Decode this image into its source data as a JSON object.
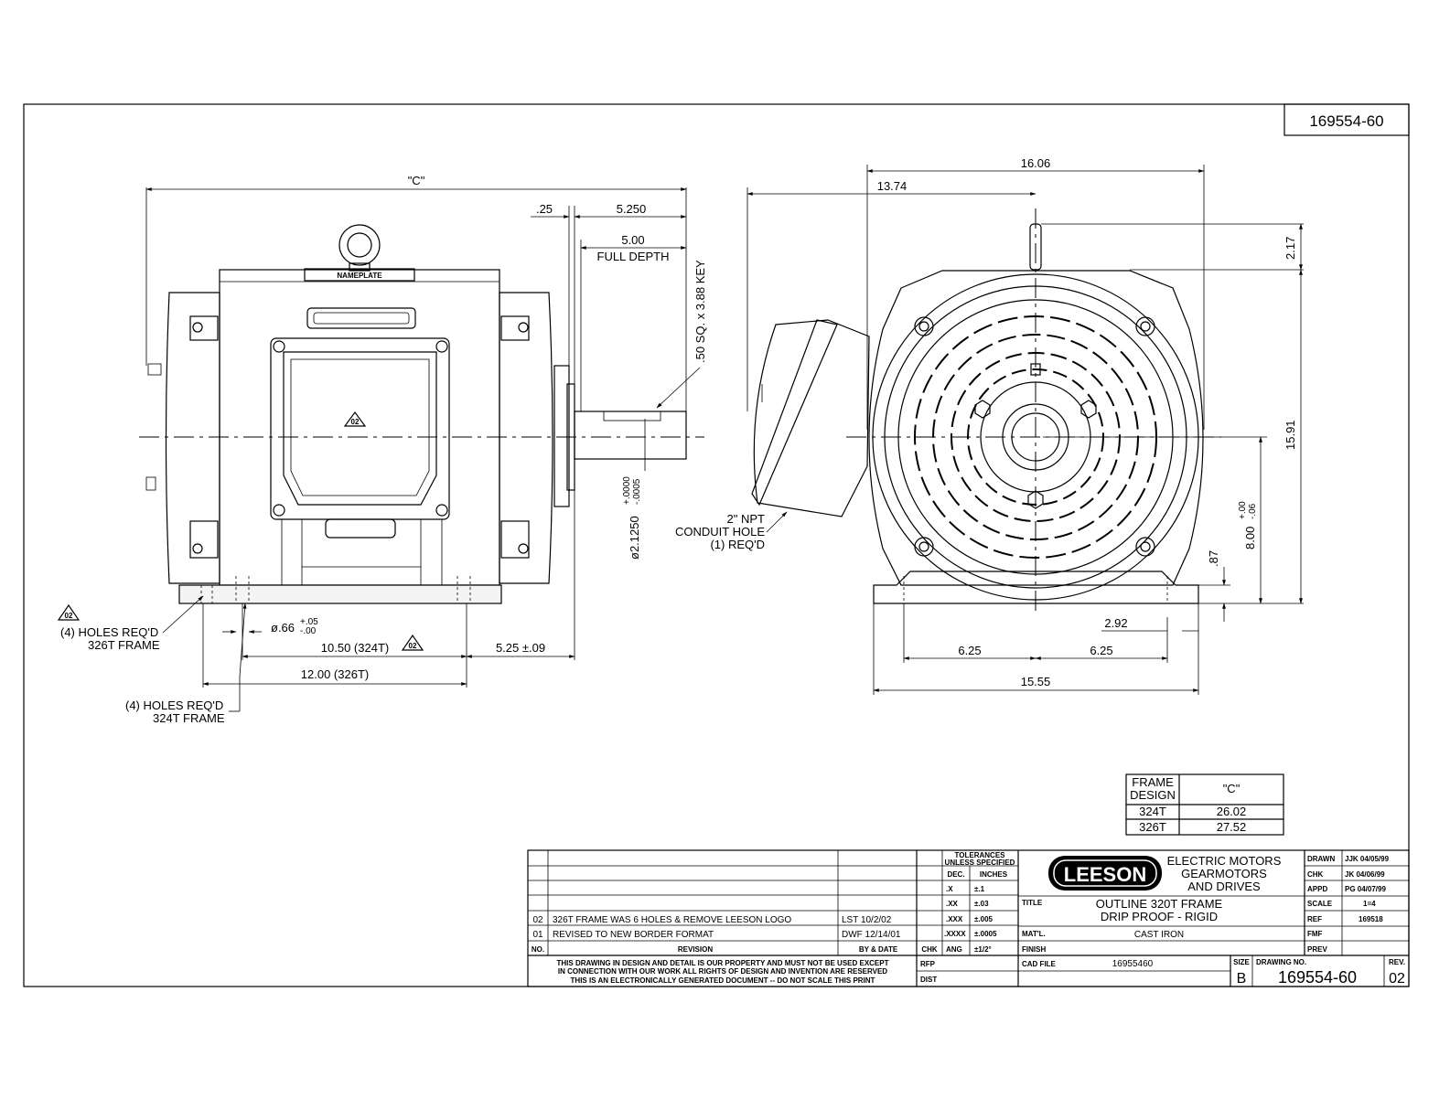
{
  "drawing_number_top": "169554-60",
  "side_view": {
    "dim_c": "\"C\"",
    "dim_25": ".25",
    "dim_5250": "5.250",
    "dim_500": "5.00",
    "full_depth": "FULL DEPTH",
    "key": ".50 SQ. x 3.88 KEY",
    "nameplate": "NAMEPLATE",
    "shaft_dia": "ø2.1250",
    "shaft_tol_plus": "+.0000",
    "shaft_tol_minus": "-.0005",
    "rev_tag": "02",
    "hole_dia": "ø.66",
    "hole_tol_plus": "+.05",
    "hole_tol_minus": "-.00",
    "dim_1050": "10.50 (324T)",
    "dim_1200": "12.00 (326T)",
    "dim_525": "5.25 ±.09",
    "holes_326_line1": "(4) HOLES REQ'D",
    "holes_326_line2": "326T FRAME",
    "holes_324_line1": "(4) HOLES REQ'D",
    "holes_324_line2": "324T FRAME"
  },
  "end_view": {
    "dim_1606": "16.06",
    "dim_1374": "13.74",
    "dim_217": "2.17",
    "dim_1591": "15.91",
    "dim_800": "8.00",
    "dim_800_plus": "+.00",
    "dim_800_minus": "-.06",
    "dim_87": ".87",
    "dim_292": "2.92",
    "dim_625_left": "6.25",
    "dim_625_right": "6.25",
    "dim_1555": "15.55",
    "conduit_line1": "2\" NPT",
    "conduit_line2": "CONDUIT HOLE",
    "conduit_line3": "(1) REQ'D"
  },
  "frame_table": {
    "headers": [
      "FRAME DESIGN",
      "\"C\""
    ],
    "rows": [
      [
        "324T",
        "26.02"
      ],
      [
        "326T",
        "27.52"
      ]
    ]
  },
  "title_block": {
    "revisions": [
      {
        "no": "02",
        "text": "326T FRAME WAS 6 HOLES & REMOVE LEESON LOGO",
        "by_date": "LST  10/2/02"
      },
      {
        "no": "01",
        "text": "REVISED TO NEW BORDER FORMAT",
        "by_date": "DWF  12/14/01"
      }
    ],
    "rev_header": {
      "no": "NO.",
      "revision": "REVISION",
      "by_date": "BY & DATE",
      "chk": "CHK"
    },
    "notice": [
      "THIS DRAWING IN DESIGN AND DETAIL IS OUR PROPERTY AND MUST NOT BE USED EXCEPT",
      "IN CONNECTION WITH OUR WORK ALL RIGHTS OF DESIGN AND INVENTION ARE RESERVED",
      "THIS IS AN ELECTRONICALLY GENERATED DOCUMENT -- DO NOT SCALE THIS PRINT"
    ],
    "tolerances_title_1": "TOLERANCES",
    "tolerances_title_2": "UNLESS SPECIFIED",
    "tol_headers": [
      "DEC.",
      "INCHES"
    ],
    "tolerances": [
      [
        ".X",
        "±.1"
      ],
      [
        ".XX",
        "±.03"
      ],
      [
        ".XXX",
        "±.005"
      ],
      [
        ".XXXX",
        "±.0005"
      ],
      [
        "ANG",
        "±1/2°"
      ]
    ],
    "rfp": "RFP",
    "dist": "DIST",
    "logo": "LEESON",
    "company_lines": [
      "ELECTRIC MOTORS",
      "GEARMOTORS",
      "AND DRIVES"
    ],
    "title_label": "TITLE",
    "title_lines": [
      "OUTLINE 320T FRAME",
      "DRIP PROOF - RIGID"
    ],
    "matl_label": "MAT'L.",
    "matl": "CAST IRON",
    "finish_label": "FINISH",
    "cad_label": "CAD FILE",
    "cad_file": "16955460",
    "size_label": "SIZE",
    "size": "B",
    "drawing_no_label": "DRAWING NO.",
    "drawing_no": "169554-60",
    "rev_label": "REV.",
    "rev": "02",
    "right_fields": [
      {
        "label": "DRAWN",
        "value": "JJK 04/05/99"
      },
      {
        "label": "CHK",
        "value": "JK 04/06/99"
      },
      {
        "label": "APPD",
        "value": "PG 04/07/99"
      },
      {
        "label": "SCALE",
        "value": "1=4"
      },
      {
        "label": "REF",
        "value": "169518"
      },
      {
        "label": "FMF",
        "value": ""
      },
      {
        "label": "PREV",
        "value": ""
      }
    ]
  }
}
